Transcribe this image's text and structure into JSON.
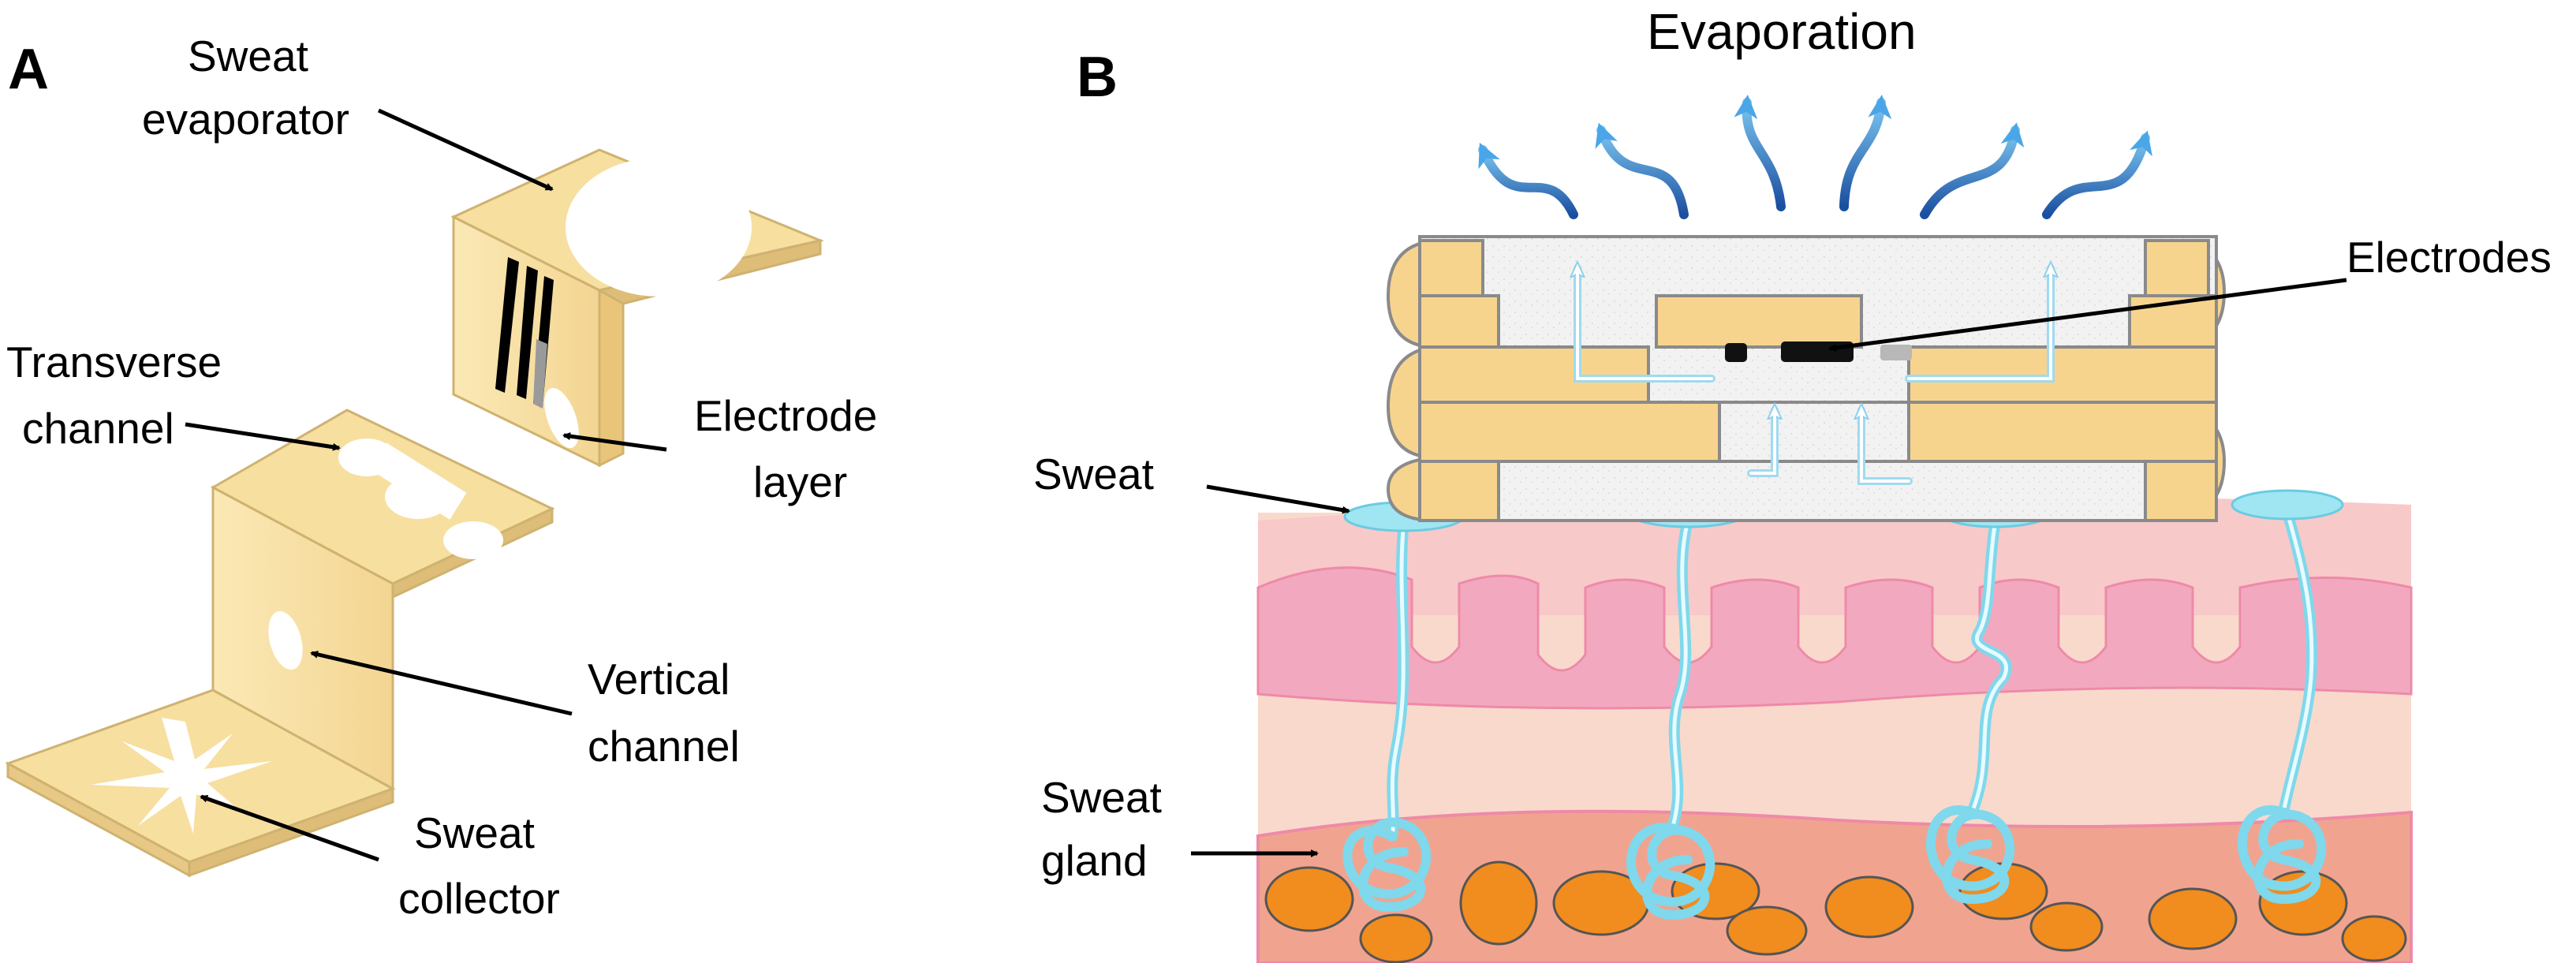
{
  "panel_a": {
    "letter": "A",
    "labels": {
      "sweat_evaporator_l1": "Sweat",
      "sweat_evaporator_l2": "evaporator",
      "transverse_l1": "Transverse",
      "transverse_l2": "channel",
      "electrode_l1": "Electrode",
      "electrode_l2": "layer",
      "vertical_l1": "Vertical",
      "vertical_l2": "channel",
      "collector_l1": "Sweat",
      "collector_l2": "collector"
    }
  },
  "panel_b": {
    "letter": "B",
    "labels": {
      "evaporation": "Evaporation",
      "electrodes": "Electrodes",
      "sweat": "Sweat",
      "gland_l1": "Sweat",
      "gland_l2": "gland"
    }
  },
  "colors": {
    "paper": "#f7dfa0",
    "paper_edge": "#d8bc78",
    "skin_top": "#f8c9c9",
    "papillae": "#f2a9bf",
    "dermis": "#f9d9cc",
    "fat": "#f0a48f",
    "fat_cells": "#f18c1e",
    "sweat": "#9fe6f2",
    "arrow_blue": "#1a4fa0"
  }
}
